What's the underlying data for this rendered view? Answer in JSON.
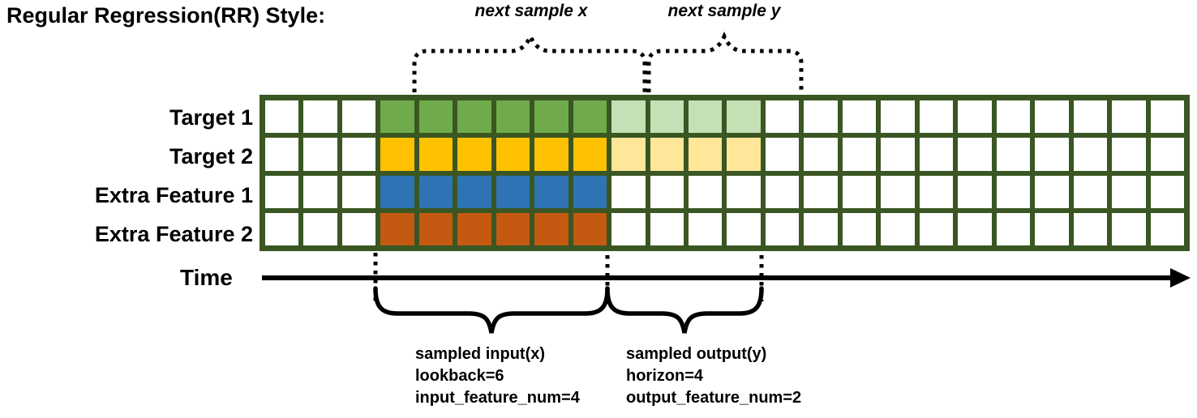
{
  "title": "Regular Regression(RR) Style:",
  "top_annotations": {
    "next_sample_x": "next sample x",
    "next_sample_y": "next sample y"
  },
  "grid": {
    "row_labels": [
      "Target 1",
      "Target 2",
      "Extra Feature 1",
      "Extra Feature 2"
    ],
    "columns": 24,
    "legend": {
      "w": "cell_white",
      "g": "green",
      "lg": "light_green",
      "y": "gold",
      "ly": "light_gold",
      "b": "blue",
      "o": "orange"
    },
    "rows": [
      [
        "w",
        "w",
        "w",
        "g",
        "g",
        "g",
        "g",
        "g",
        "g",
        "lg",
        "lg",
        "lg",
        "lg",
        "w",
        "w",
        "w",
        "w",
        "w",
        "w",
        "w",
        "w",
        "w",
        "w",
        "w"
      ],
      [
        "w",
        "w",
        "w",
        "y",
        "y",
        "y",
        "y",
        "y",
        "y",
        "ly",
        "ly",
        "ly",
        "ly",
        "w",
        "w",
        "w",
        "w",
        "w",
        "w",
        "w",
        "w",
        "w",
        "w",
        "w"
      ],
      [
        "w",
        "w",
        "w",
        "b",
        "b",
        "b",
        "b",
        "b",
        "b",
        "w",
        "w",
        "w",
        "w",
        "w",
        "w",
        "w",
        "w",
        "w",
        "w",
        "w",
        "w",
        "w",
        "w",
        "w"
      ],
      [
        "w",
        "w",
        "w",
        "o",
        "o",
        "o",
        "o",
        "o",
        "o",
        "w",
        "w",
        "w",
        "w",
        "w",
        "w",
        "w",
        "w",
        "w",
        "w",
        "w",
        "w",
        "w",
        "w",
        "w"
      ]
    ]
  },
  "colors": {
    "grid_line": "#3a5623",
    "green": "#6fab4a",
    "light_green": "#c5e0b4",
    "gold": "#fec100",
    "light_gold": "#ffe699",
    "blue": "#2e74b5",
    "orange": "#c45911",
    "cell_white": "#ffffff",
    "ink": "#000000"
  },
  "time_axis": {
    "label": "Time"
  },
  "bottom_annotations": {
    "input": {
      "line1": "sampled input(x)",
      "line2": "lookback=6",
      "line3": "input_feature_num=4"
    },
    "output": {
      "line1": "sampled output(y)",
      "line2": "horizon=4",
      "line3": "output_feature_num=2"
    }
  }
}
